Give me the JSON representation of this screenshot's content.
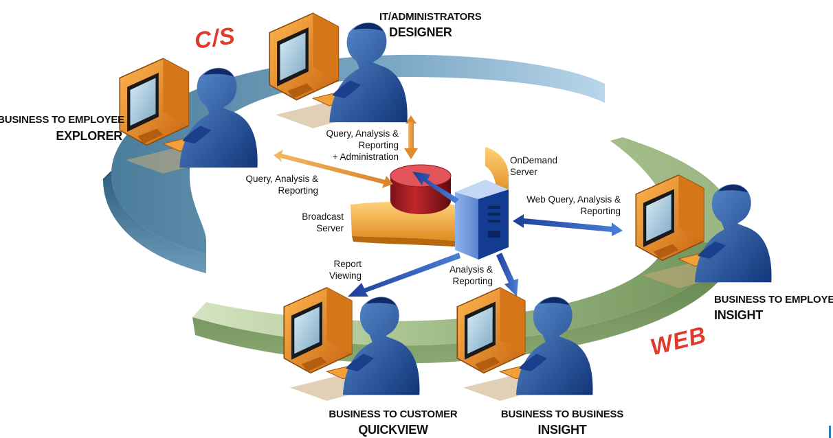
{
  "zones": {
    "cs": "C/S",
    "web": "WEB"
  },
  "users": {
    "explorer": {
      "line1": "BUSINESS TO EMPLOYEE",
      "line2": "EXPLORER"
    },
    "designer": {
      "line1": "IT/ADMINISTRATORS",
      "line2": "DESIGNER"
    },
    "insight_employee": {
      "line1": "BUSINESS TO EMPLOYEE",
      "line2": "INSIGHT"
    },
    "quickview": {
      "line1": "BUSINESS TO CUSTOMER",
      "line2": "QUICKVIEW"
    },
    "insight_business": {
      "line1": "BUSINESS TO BUSINESS",
      "line2": "INSIGHT"
    }
  },
  "servers": {
    "broadcast": {
      "line1": "Broadcast",
      "line2": "Server"
    },
    "ondemand": {
      "line1": "OnDemand",
      "line2": "Server"
    }
  },
  "flows": {
    "designer": [
      "Query, Analysis &",
      "Reporting",
      "+ Administration"
    ],
    "explorer": [
      "Query, Analysis &",
      "Reporting"
    ],
    "web_insight": [
      "Web Query, Analysis &",
      "Reporting"
    ],
    "report_viewing": [
      "Report",
      "Viewing"
    ],
    "analysis": [
      "Analysis &",
      "Reporting"
    ]
  },
  "colors": {
    "cs_ring": "#3f6f8c",
    "web_ring": "#8fae78",
    "accent_red": "#e03a2c",
    "server_blue": "#2a56b8",
    "arrow_orange": "#f0a040"
  }
}
